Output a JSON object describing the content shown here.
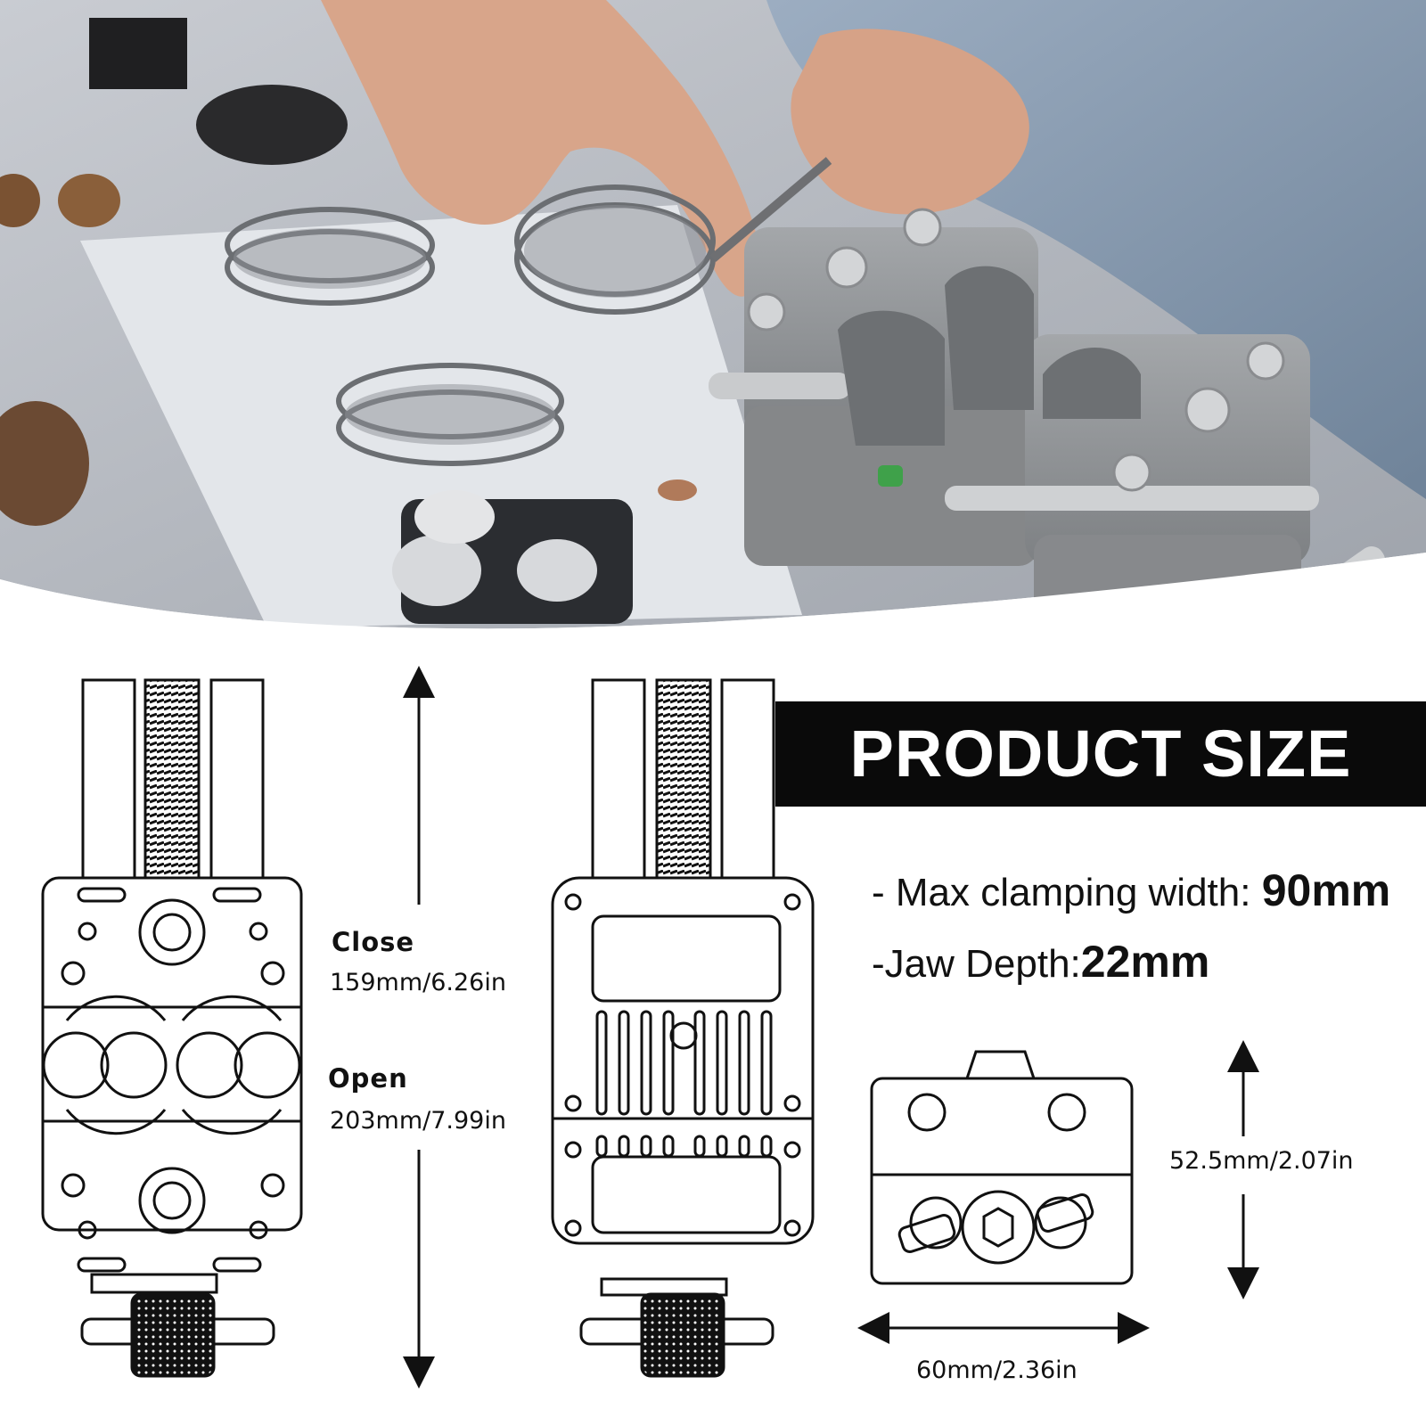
{
  "banner": {
    "title": "PRODUCT SIZE"
  },
  "specs": {
    "max_clamping": {
      "label": "- Max clamping width: ",
      "value": "90mm"
    },
    "jaw_depth": {
      "label": "-Jaw Depth:",
      "value": "22mm"
    }
  },
  "dimensions": {
    "close_title": "Close",
    "close_value": "159mm/6.26in",
    "open_title": "Open",
    "open_value": "203mm/7.99in",
    "height_value": "52.5mm/2.07in",
    "width_value": "60mm/2.36in"
  },
  "colors": {
    "banner_bg": "#0a0a0a",
    "banner_text": "#ffffff",
    "tool_metal": "#8f9295",
    "line_art": "#111111"
  }
}
